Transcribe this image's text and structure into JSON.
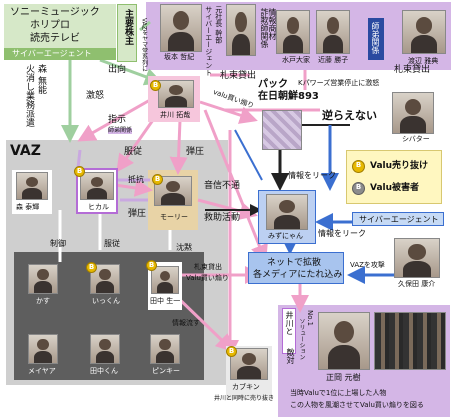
{
  "title": "VAZ",
  "colors": {
    "pink_arrow": "#f0a0c8",
    "purple_region": "#c9a8e0",
    "green_box": "#d6e8c8",
    "grey_region": "#d0d0d0",
    "dark_region": "#606060",
    "blue_arrow": "#3b6fd0",
    "tan_box": "#e8d3a6",
    "yellow_coin": "#e6b800"
  },
  "nodes": {
    "sony_box": {
      "lines": [
        "ソニーミュージック",
        "ホリプロ",
        "読売テレビ"
      ]
    },
    "cyberagent_top": "サイバーエージェント",
    "kabunushi": "主要株主",
    "vaz_president": {
      "caption": "VAZをヤマ堂系列に",
      "name": "坂本 哲紀"
    },
    "cyberagent_right": {
      "lines": [
        "サイバーエージェント",
        "元社長 幹部"
      ]
    },
    "info_header": {
      "lines": [
        "情報商材",
        "詐欺師関係"
      ]
    },
    "mito": "水戸大家",
    "kondo": "近藤 勝子",
    "shitei": "師弟関係",
    "watanabe": "渡辺 雅典",
    "fudakashi_top": "札束貸出",
    "fudakashi_right": "札束貸出",
    "left_vertical": [
      "森 無能",
      "火消し業務派遣"
    ],
    "shukko": "出向",
    "gekido": "激怒",
    "shiji": "指示",
    "shiji_sub": "師弟関係",
    "fukuju": "服従",
    "dan_atsu": "弾圧",
    "kougi": "抵抗",
    "ikari": "弾圧",
    "iyu": {
      "name": "井川 拓哉"
    },
    "pack": {
      "lines": [
        "パック",
        "在日朝鮮893"
      ]
    },
    "kpower": "Kパワーズ営業停止に激怒",
    "valu_kai": "valu買い煽り",
    "sakaraenai": "逆らえない",
    "shibata": "シバター",
    "blur_person": "",
    "info_leak": "情報をリーク",
    "onshin": "音信不通",
    "kyuen": "救助活動",
    "miyazu": "みずにゃん",
    "legend": {
      "valu_sell": "Valu売り抜け",
      "valu_victim": "Valu被害者"
    },
    "cyberagent_mid": "サイバーエージェント",
    "info_leak2": "情報をリーク",
    "mori": "森 泰輝",
    "hikaru": "ヒカル",
    "mory": "モーリー",
    "seigyo": "制御",
    "fukuju2": "服従",
    "chinmoku": "沈黙",
    "fudakashi_valu": {
      "lines": [
        "札束貸出",
        "Valu買い煽り"
      ]
    },
    "net_kakusan": {
      "lines": [
        "ネットで拡散",
        "各メディアにたれ込み"
      ]
    },
    "vaz_kougeki": "VAZを攻撃",
    "kubota": "久保田 康介",
    "kasu": "かす",
    "ikkun": "いっくん",
    "tanaka": "田中 生一",
    "info_nagasu": "情報流す",
    "medea": "メイヤア",
    "tanakakun": "田中くん",
    "pinky": "ピンキー",
    "kabukin": "カブキン",
    "kabukin_sub": "井川と同時に売り抜き",
    "iyu_taiketsu": {
      "lines": [
        "井川と",
        "敵対"
      ]
    },
    "no1": {
      "lines": [
        "No.1",
        "ソリューション"
      ]
    },
    "masashi": "正岡 元樹",
    "bottom_caption": {
      "lines": [
        "当時Valuで1位に上場した人物",
        "この人物を風潮させてValu買い煽りを図る"
      ]
    }
  }
}
